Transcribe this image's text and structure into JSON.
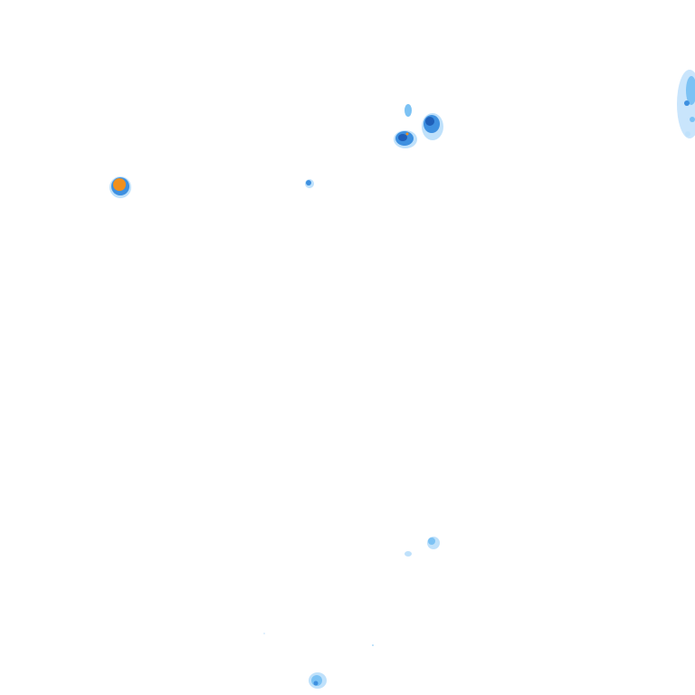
{
  "map": {
    "type": "precipitation-radar-tile",
    "background_color": "#ffffff",
    "palette": {
      "light": "#bfe1fb",
      "moderate": "#7cc2f4",
      "heavy": "#3e90e0",
      "very_heavy": "#1f5fb8",
      "intense": "#f0901e"
    },
    "echoes": [
      {
        "id": "cell-west",
        "levels": [
          "light",
          "heavy",
          "intense"
        ]
      },
      {
        "id": "cell-north-a",
        "levels": [
          "light",
          "heavy",
          "very_heavy"
        ]
      },
      {
        "id": "cell-north-b",
        "levels": [
          "light",
          "heavy",
          "very_heavy"
        ]
      },
      {
        "id": "cell-north-speck",
        "levels": [
          "moderate"
        ]
      },
      {
        "id": "cell-center-speck",
        "levels": [
          "heavy"
        ]
      },
      {
        "id": "cell-east-edge",
        "levels": [
          "light",
          "moderate",
          "heavy"
        ]
      },
      {
        "id": "cell-south",
        "levels": [
          "light",
          "moderate"
        ]
      },
      {
        "id": "cell-south-bottom",
        "levels": [
          "light",
          "moderate",
          "heavy"
        ]
      }
    ]
  }
}
